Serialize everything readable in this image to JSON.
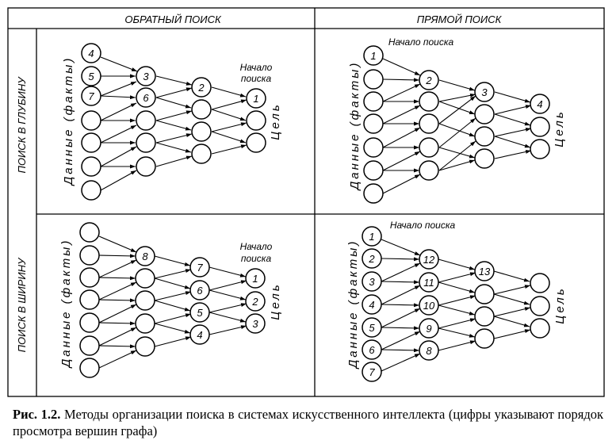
{
  "headers": {
    "backward": "ОБРАТНЫЙ ПОИСК",
    "forward": "ПРЯМОЙ ПОИСК",
    "depth": "ПОИСК В ГЛУБИНУ",
    "breadth": "ПОИСК В ШИРИНУ"
  },
  "labels": {
    "data": "Данные (факты)",
    "goal": "Цель",
    "start_line1": "Начало",
    "start_line2": "поиска",
    "start_full": "Начало поиска"
  },
  "caption": {
    "label": "Рис. 1.2.",
    "text": "Методы организации поиска в системах искусственного интеллекта (цифры указывают порядок просмотра вершин графа)"
  },
  "panels": [
    {
      "id": "backward-depth",
      "nodes": [
        [
          "4",
          "",
          "",
          "",
          "",
          ""
        ],
        [
          "5",
          "3",
          "2",
          "1"
        ],
        [
          "7",
          "6",
          "",
          "",
          ""
        ],
        [
          "",
          "",
          "",
          "",
          ""
        ],
        [
          "",
          "",
          "",
          ""
        ],
        [
          "",
          "",
          ""
        ],
        [
          ""
        ]
      ],
      "numbers": {
        "c0": [
          "4",
          "5",
          "7",
          "",
          "",
          "",
          ""
        ],
        "c1": [
          "3",
          "6",
          "",
          "",
          ""
        ],
        "c2": [
          "2",
          "",
          "",
          ""
        ],
        "c3": [
          "1",
          "",
          ""
        ]
      }
    },
    {
      "id": "forward-depth",
      "numbers": {
        "c0": [
          "1",
          "",
          "",
          "",
          "",
          "",
          ""
        ],
        "c1": [
          "2",
          "",
          "",
          "",
          ""
        ],
        "c2": [
          "3",
          "",
          "",
          ""
        ],
        "c3": [
          "4",
          "",
          ""
        ]
      }
    },
    {
      "id": "backward-breadth",
      "numbers": {
        "c0": [
          "",
          "",
          "",
          "",
          "",
          "",
          ""
        ],
        "c1": [
          "8",
          "",
          "",
          "",
          ""
        ],
        "c2": [
          "7",
          "6",
          "5",
          "4"
        ],
        "c3": [
          "1",
          "2",
          "3"
        ]
      }
    },
    {
      "id": "forward-breadth",
      "numbers": {
        "c0": [
          "1",
          "2",
          "3",
          "4",
          "5",
          "6",
          "7"
        ],
        "c1": [
          "12",
          "11",
          "10",
          "9",
          "8"
        ],
        "c2": [
          "13",
          "",
          "",
          ""
        ],
        "c3": [
          "",
          "",
          ""
        ]
      }
    }
  ]
}
